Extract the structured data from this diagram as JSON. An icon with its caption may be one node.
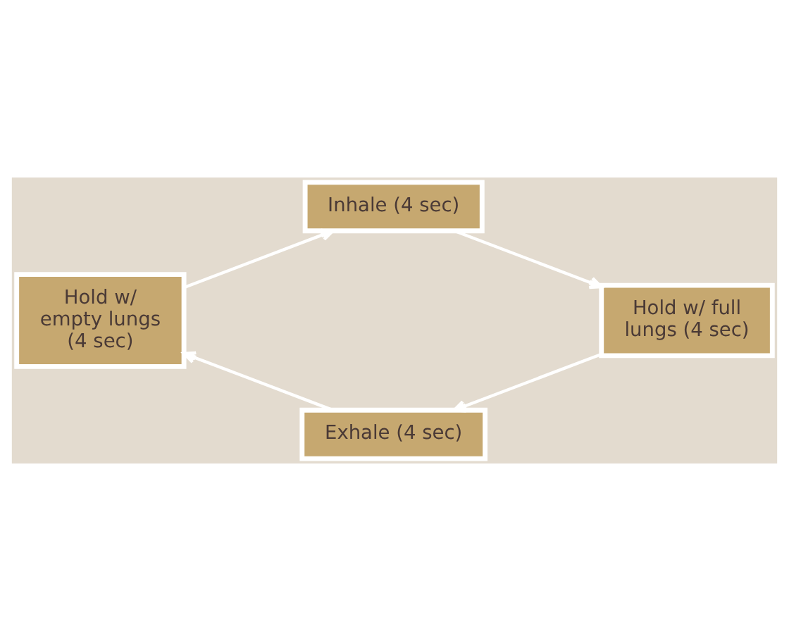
{
  "diagram": {
    "nodes": [
      {
        "text": [
          "Inhale (4 sec)"
        ]
      },
      {
        "text": [
          "Hold w/ full lungs (4 sec)"
        ]
      },
      {
        "text": [
          "Hold w/ empty lungs (4 sec)"
        ]
      },
      {
        "text": [
          "Exhale (4 sec)"
        ]
      }
    ],
    "edges": [
      {
        "from": 0,
        "to": 1,
        "arrow": "to"
      },
      {
        "from": 1,
        "to": 3,
        "arrow": "to"
      },
      {
        "from": 3,
        "to": 2,
        "arrow": "to"
      },
      {
        "from": 2,
        "to": 0,
        "arrow": "to"
      }
    ]
  }
}
